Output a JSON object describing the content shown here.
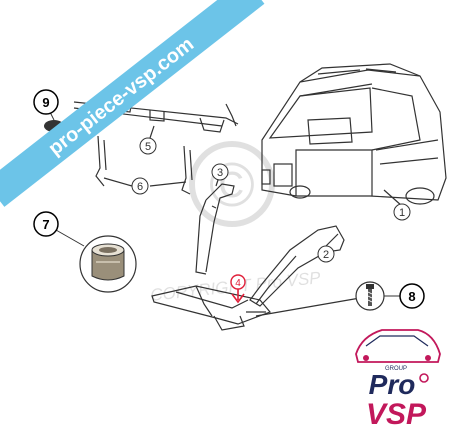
{
  "banner": {
    "text": "pro-piece-vsp.com",
    "color": "#6cc4e8"
  },
  "watermark": {
    "text": "COPYRIGHT Pro VSP",
    "symbol": "©"
  },
  "callouts": {
    "c1": "1",
    "c2": "2",
    "c3": "3",
    "c4": "4",
    "c5": "5",
    "c6": "6",
    "c7": "7",
    "c8": "8",
    "c9": "9"
  },
  "logo": {
    "line1": "Pro",
    "line2": "VSP",
    "tag": "GROUP"
  },
  "colors": {
    "accent": "#c2185b",
    "navy": "#1f2a5c",
    "line": "#333333",
    "highlight": "#e0203a"
  }
}
